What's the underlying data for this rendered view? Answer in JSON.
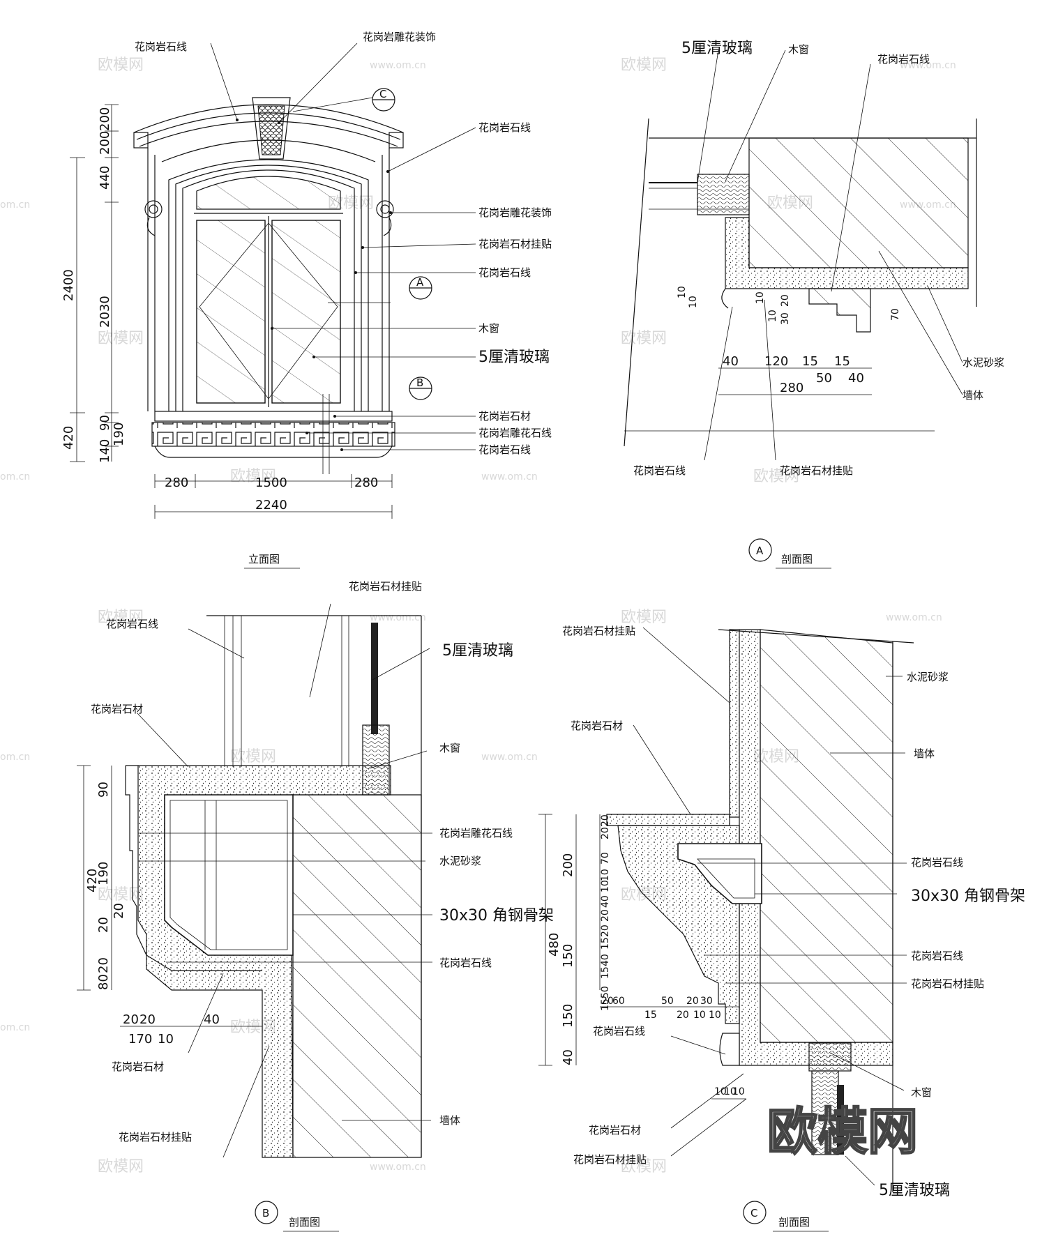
{
  "elevation": {
    "title": "立面图",
    "labels": [
      "花岗岩石线",
      "花岗岩雕花装饰",
      "花岗岩石线",
      "花岗岩雕花装饰",
      "花岗岩石材挂贴",
      "花岗岩石线",
      "木窗",
      "5厘清玻璃",
      "花岗岩石材",
      "花岗岩雕花石线",
      "花岗岩石线"
    ],
    "section_markers": [
      "C",
      "A",
      "B"
    ],
    "dims_vertical": [
      "2400",
      "420",
      "200",
      "200",
      "440",
      "2030",
      "90",
      "140",
      "190"
    ],
    "dims_horizontal": [
      "280",
      "1500",
      "280",
      "2240"
    ]
  },
  "section_a": {
    "marker": "A",
    "title": "剖面图",
    "labels": [
      "5厘清玻璃",
      "木窗",
      "花岗岩石线",
      "水泥砂浆",
      "墙体",
      "花岗岩石线",
      "花岗岩石材挂贴"
    ],
    "dims": [
      "10",
      "10",
      "10",
      "10",
      "20",
      "30",
      "70",
      "40",
      "120",
      "15",
      "15",
      "50",
      "40",
      "280"
    ]
  },
  "section_b": {
    "marker": "B",
    "title": "剖面图",
    "labels": [
      "花岗岩石材挂贴",
      "花岗岩石线",
      "5厘清玻璃",
      "花岗岩石材",
      "木窗",
      "花岗岩雕花石线",
      "水泥砂浆",
      "30x30 角钢骨架",
      "花岗岩石线",
      "花岗岩石材",
      "花岗岩石材挂贴",
      "墙体"
    ],
    "dims": [
      "420",
      "90",
      "190",
      "20",
      "20",
      "20",
      "80",
      "20",
      "20",
      "40",
      "170",
      "10",
      "20"
    ]
  },
  "section_c": {
    "marker": "C",
    "title": "剖面图",
    "labels": [
      "花岗岩石材挂贴",
      "水泥砂浆",
      "墙体",
      "花岗岩石材",
      "花岗岩石线",
      "30x30 角钢骨架",
      "花岗岩石线",
      "花岗岩石材挂贴",
      "花岗岩石线",
      "木窗",
      "花岗岩石材",
      "花岗岩石材挂贴",
      "5厘清玻璃"
    ],
    "dims": [
      "480",
      "200",
      "150",
      "150",
      "40",
      "20",
      "20",
      "70",
      "10",
      "10",
      "40",
      "20",
      "20",
      "15",
      "40",
      "15",
      "50",
      "15",
      "20",
      "60",
      "15",
      "50",
      "20",
      "30",
      "20",
      "10",
      "10",
      "10",
      "10",
      "10"
    ]
  },
  "watermark": {
    "text": "欧模网",
    "url": "www.om.cn",
    "domain_fragment": "om.cn",
    "brand": "欧模网"
  }
}
